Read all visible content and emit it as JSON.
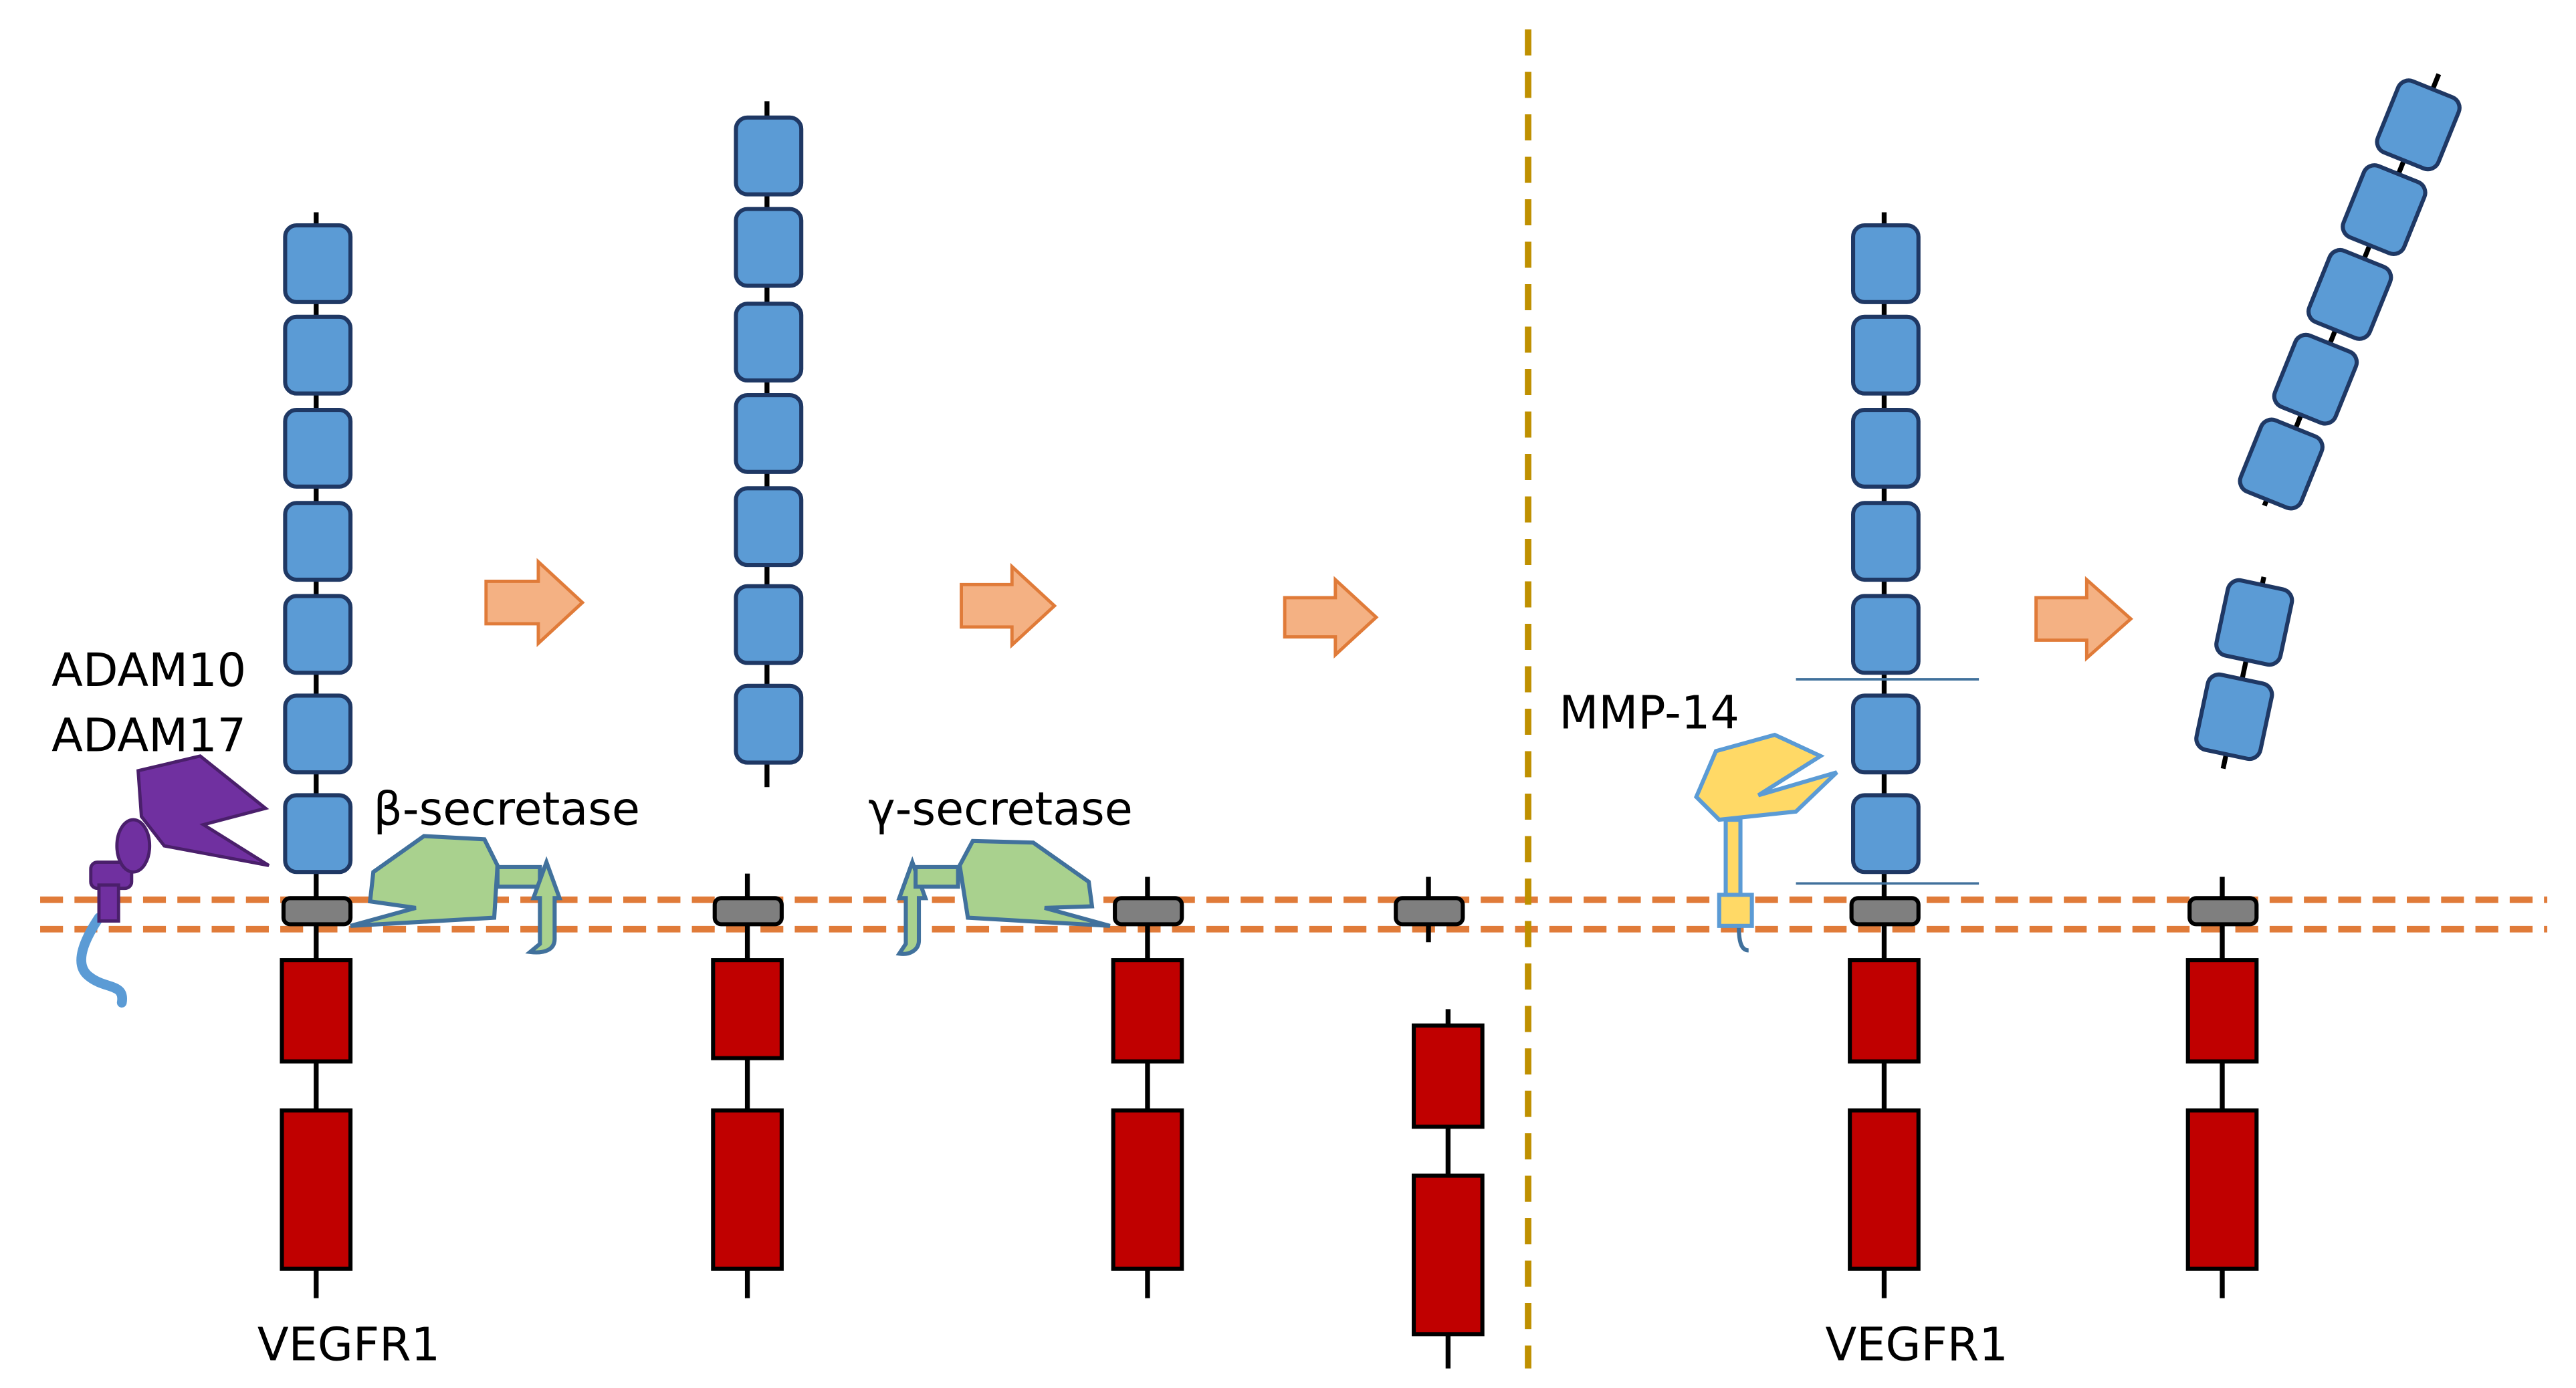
{
  "labels": {
    "adam10": "ADAM10",
    "adam17": "ADAM17",
    "beta_secretase": "β-secretase",
    "gamma_secretase": "γ-secretase",
    "mmp14": "MMP-14",
    "vegfr1_left": "VEGFR1",
    "vegfr1_right": "VEGFR1"
  },
  "colors": {
    "ig_domain": "#5B9BD5",
    "ig_domain_border": "#1F3864",
    "tm_segment": "#7F7F7F",
    "kinase_domain": "#C00000",
    "membrane_line": "#E07B39",
    "separator_line": "#BF9000",
    "arrow": "#F4B183",
    "arrow_border": "#E07B39",
    "adam": "#7030A0",
    "secretase": "#A9D18E",
    "secretase_border": "#41719C",
    "mmp14": "#FFD966",
    "mmp14_border": "#5B9BD5",
    "cleavage_line": "#41719C"
  },
  "icons": {
    "adam": "adam-protease-icon",
    "beta_secretase": "beta-secretase-icon",
    "gamma_secretase": "gamma-secretase-icon",
    "mmp14": "mmp14-protease-icon",
    "process_arrow": "right-arrow-icon"
  }
}
